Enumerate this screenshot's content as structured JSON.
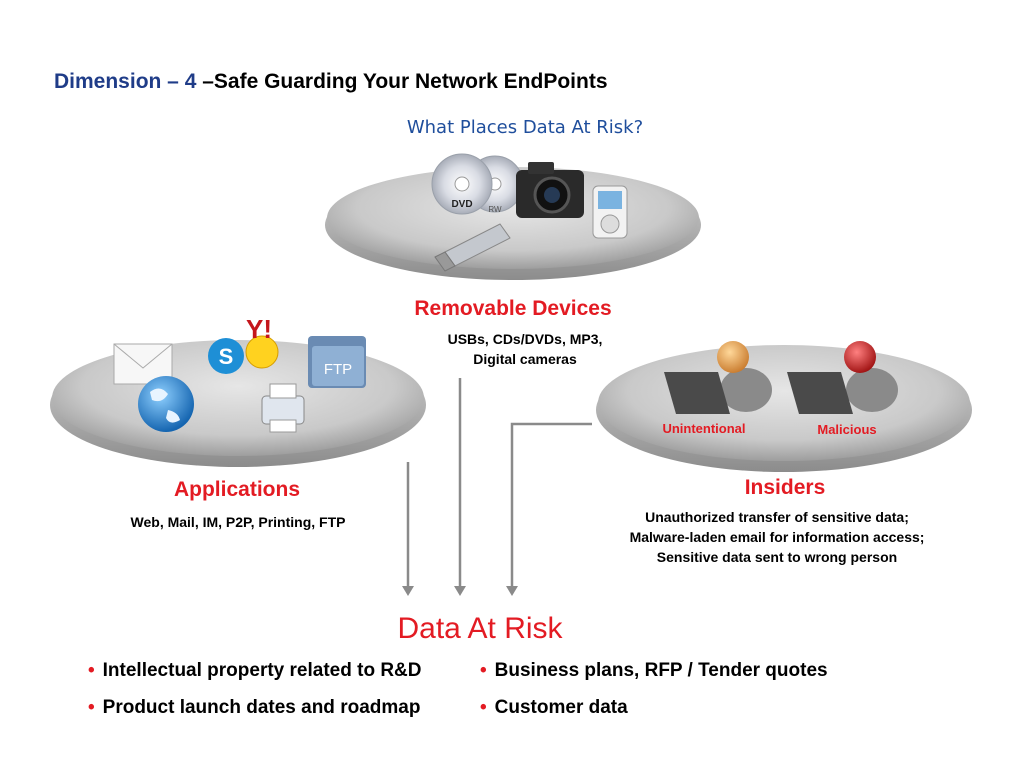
{
  "title": {
    "prefix": "Dimension – 4 ",
    "main": "–Safe Guarding Your Network EndPoints"
  },
  "subtitle": "What Places Data At Risk?",
  "removable": {
    "heading": "Removable Devices",
    "line1": "USBs, CDs/DVDs, MP3,",
    "line2": "Digital cameras"
  },
  "applications": {
    "heading": "Applications",
    "desc": "Web, Mail, IM, P2P, Printing, FTP"
  },
  "insiders": {
    "heading": "Insiders",
    "line1": "Unauthorized transfer of sensitive data;",
    "line2": "Malware-laden email for information access;",
    "line3": "Sensitive data sent to wrong person",
    "tag1": "Unintentional",
    "tag2": "Malicious"
  },
  "icons": {
    "dvd": "DVD",
    "rw": "RW",
    "ftp": "FTP"
  },
  "data_at_risk": {
    "heading": "Data At Risk",
    "left": [
      "Intellectual property related to R&D",
      "Product launch dates and roadmap"
    ],
    "right": [
      "Business plans, RFP / Tender quotes",
      "Customer data"
    ]
  },
  "colors": {
    "accent_red": "#e31b23",
    "title_blue": "#1f3c88",
    "arrow_gray": "#8a8a8a"
  }
}
